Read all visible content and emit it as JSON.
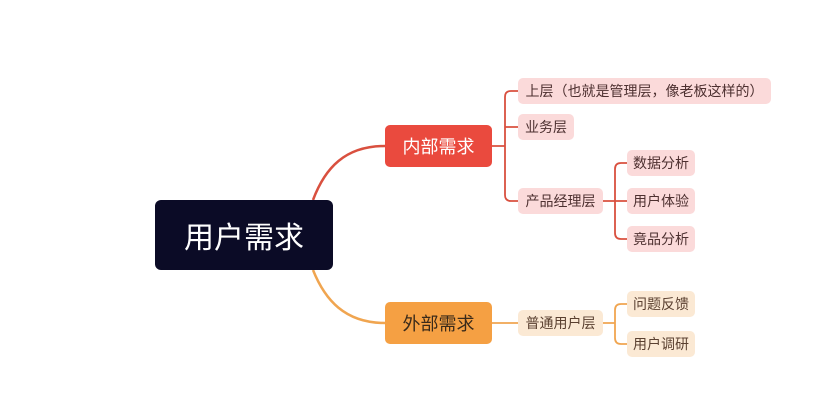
{
  "root": {
    "label": "用户需求"
  },
  "branches": {
    "internal": {
      "label": "内部需求",
      "color": "#ea4a3e",
      "children": [
        {
          "label": "上层（也就是管理层，像老板这样的）"
        },
        {
          "label": "业务层"
        },
        {
          "label": "产品经理层",
          "children": [
            {
              "label": "数据分析"
            },
            {
              "label": "用户体验"
            },
            {
              "label": "竟品分析"
            }
          ]
        }
      ]
    },
    "external": {
      "label": "外部需求",
      "color": "#f5a043",
      "children": [
        {
          "label": "普通用户层",
          "children": [
            {
              "label": "问题反馈"
            },
            {
              "label": "用户调研"
            }
          ]
        }
      ]
    }
  },
  "colors": {
    "root_bg": "#0b0b26",
    "internal_link": "#d9503f",
    "external_link": "#f0a550",
    "internal_leaf_bg": "#fbdada",
    "external_leaf_bg": "#fbe9d4"
  }
}
